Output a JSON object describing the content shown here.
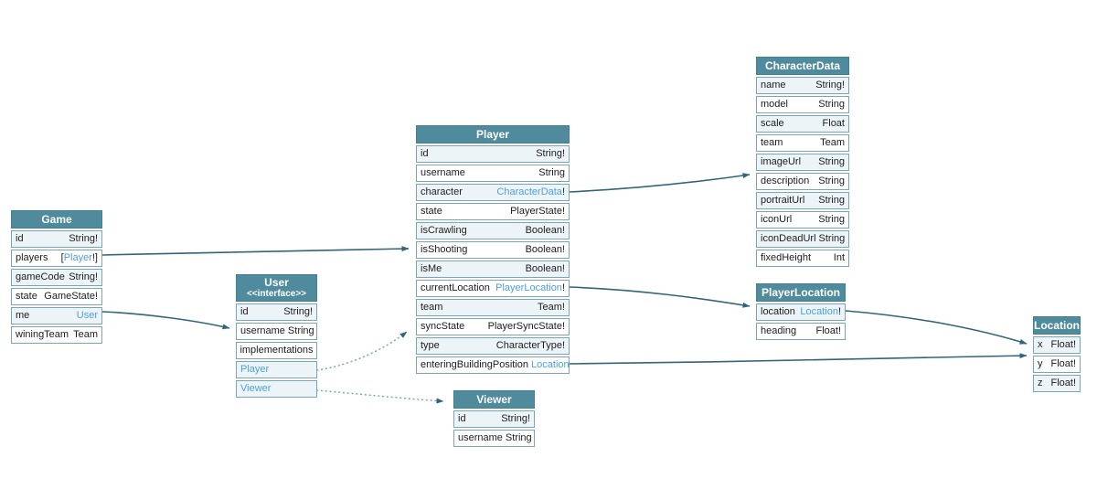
{
  "colors": {
    "header_bg": "#4f8b9d",
    "row_alt_bg": "#edf4f8",
    "row_border": "#7aa5b4",
    "link": "#4da0dc",
    "edge_solid": "#33657a",
    "edge_dotted": "#7fa7b2"
  },
  "tables": {
    "game": {
      "title": "Game",
      "fields": [
        {
          "name": "id",
          "t1": "String!"
        },
        {
          "name": "players",
          "t1": "[",
          "t2": "Player",
          "t3": "!]"
        },
        {
          "name": "gameCode",
          "t1": "String!"
        },
        {
          "name": "state",
          "t1": "GameState!"
        },
        {
          "name": "me",
          "t2": "User"
        },
        {
          "name": "winingTeam",
          "t1": "Team"
        }
      ]
    },
    "user": {
      "title": "User",
      "stereotype": "<<interface>>",
      "fields": [
        {
          "name": "id",
          "t1": "String!"
        },
        {
          "name": "username",
          "t1": "String"
        }
      ],
      "implementations_label": "implementations",
      "implementations": [
        {
          "t2": "Player"
        },
        {
          "t2": "Viewer"
        }
      ]
    },
    "player": {
      "title": "Player",
      "fields": [
        {
          "name": "id",
          "t1": "String!"
        },
        {
          "name": "username",
          "t1": "String"
        },
        {
          "name": "character",
          "t2": "CharacterData",
          "t3": "!"
        },
        {
          "name": "state",
          "t1": "PlayerState!"
        },
        {
          "name": "isCrawling",
          "t1": "Boolean!"
        },
        {
          "name": "isShooting",
          "t1": "Boolean!"
        },
        {
          "name": "isMe",
          "t1": "Boolean!"
        },
        {
          "name": "currentLocation",
          "t2": "PlayerLocation",
          "t3": "!"
        },
        {
          "name": "team",
          "t1": "Team!"
        },
        {
          "name": "syncState",
          "t1": "PlayerSyncState!"
        },
        {
          "name": "type",
          "t1": "CharacterType!"
        },
        {
          "name": "enteringBuildingPosition",
          "t2": "Location"
        }
      ]
    },
    "viewer": {
      "title": "Viewer",
      "fields": [
        {
          "name": "id",
          "t1": "String!"
        },
        {
          "name": "username",
          "t1": "String"
        }
      ]
    },
    "characterData": {
      "title": "CharacterData",
      "fields": [
        {
          "name": "name",
          "t1": "String!"
        },
        {
          "name": "model",
          "t1": "String"
        },
        {
          "name": "scale",
          "t1": "Float"
        },
        {
          "name": "team",
          "t1": "Team"
        },
        {
          "name": "imageUrl",
          "t1": "String"
        },
        {
          "name": "description",
          "t1": "String"
        },
        {
          "name": "portraitUrl",
          "t1": "String"
        },
        {
          "name": "iconUrl",
          "t1": "String"
        },
        {
          "name": "iconDeadUrl",
          "t1": "String"
        },
        {
          "name": "fixedHeight",
          "t1": "Int"
        }
      ]
    },
    "playerLocation": {
      "title": "PlayerLocation",
      "fields": [
        {
          "name": "location",
          "t2": "Location",
          "t3": "!"
        },
        {
          "name": "heading",
          "t1": "Float!"
        }
      ]
    },
    "location": {
      "title": "Location",
      "fields": [
        {
          "name": "x",
          "t1": "Float!"
        },
        {
          "name": "y",
          "t1": "Float!"
        },
        {
          "name": "z",
          "t1": "Float!"
        }
      ]
    }
  }
}
